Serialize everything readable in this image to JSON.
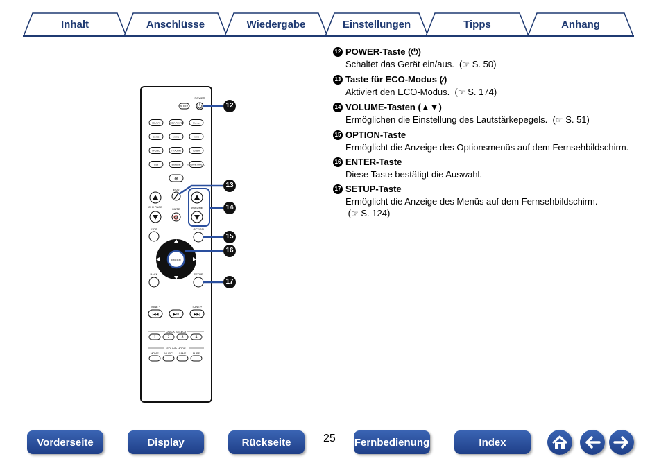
{
  "tabs": [
    {
      "label": "Inhalt"
    },
    {
      "label": "Anschlüsse"
    },
    {
      "label": "Wiedergabe"
    },
    {
      "label": "Einstellungen"
    },
    {
      "label": "Tipps"
    },
    {
      "label": "Anhang"
    }
  ],
  "items": [
    {
      "num": "12",
      "title": "POWER-Taste (⏻)",
      "desc": "Schaltet das Gerät ein/aus.",
      "ref": "S. 50"
    },
    {
      "num": "13",
      "title": "Taste für ECO-Modus (∕)",
      "desc": "Aktiviert den ECO-Modus.",
      "ref": "S. 174"
    },
    {
      "num": "14",
      "title": "VOLUME-Tasten (▲▼)",
      "desc": "Ermöglichen die Einstellung des Lautstärkepegels.",
      "ref": "S. 51"
    },
    {
      "num": "15",
      "title": "OPTION-Taste",
      "desc": "Ermöglicht die Anzeige des Optionsmenüs auf dem Fernsehbildschirm.",
      "ref": ""
    },
    {
      "num": "16",
      "title": "ENTER-Taste",
      "desc": "Diese Taste bestätigt die Auswahl.",
      "ref": ""
    },
    {
      "num": "17",
      "title": "SETUP-Taste",
      "desc": "Ermöglicht die Anzeige des Menüs auf dem Fernsehbildschirm.",
      "ref": "S. 124"
    }
  ],
  "remote": {
    "power": "POWER",
    "sleep": "SLEEP",
    "sources": [
      "CBL/SAT",
      "MEDIA PLAYER",
      "Blu-ray",
      "GAME",
      "AUX1",
      "AUX2",
      "PHONO",
      "TV AUDIO",
      "TUNER",
      "USB",
      "Bluetooth",
      "INTERNET RADIO"
    ],
    "eco": "ECO",
    "ch_page": "CH / PAGE",
    "mute": "MUTE",
    "volume": "VOLUME",
    "info": "INFO",
    "option": "OPTION",
    "enter": "ENTER",
    "back": "BACK",
    "setup": "SETUP",
    "tune_minus": "TUNE −",
    "tune_plus": "TUNE +",
    "quick_select": "QUICK SELECT",
    "quick": [
      "1",
      "2",
      "3",
      "4"
    ],
    "sound_mode": "SOUND MODE",
    "modes": [
      "MOVIE",
      "MUSIC",
      "GAME",
      "PURE"
    ]
  },
  "callouts": [
    "12",
    "13",
    "14",
    "15",
    "16",
    "17"
  ],
  "page_number": "25",
  "nav": {
    "front": "Vorderseite",
    "display": "Display",
    "back": "Rückseite",
    "remote": "Fernbedienung",
    "index": "Index"
  },
  "icons": {
    "home": "home-icon",
    "prev": "arrow-left-icon",
    "next": "arrow-right-icon"
  },
  "colors": {
    "accent": "#1f3a72",
    "button": "#2a4f9e"
  }
}
